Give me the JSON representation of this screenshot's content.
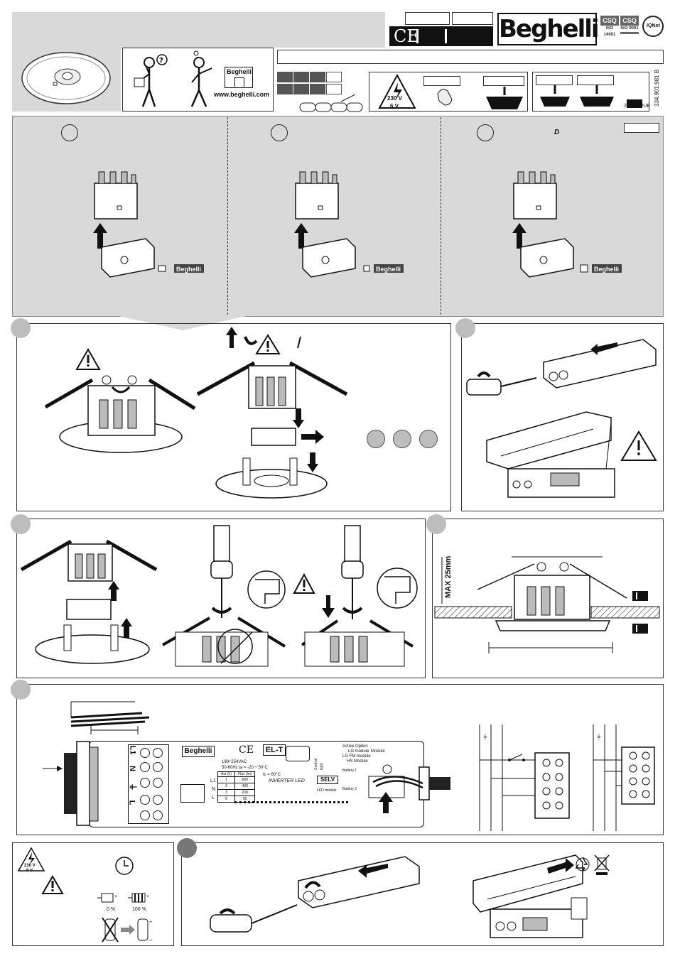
{
  "brand": {
    "logo_text": "Beghelli",
    "website": "www.beghelli.com"
  },
  "certifications": {
    "csq_1": "CSQ",
    "iso_1": "ISO 14001",
    "csq_2": "CSQ",
    "iso_2": "ISO 9001",
    "iqnet": "IQNet"
  },
  "ce_mark": "CE",
  "doc_code": "334.901.981 B",
  "voltages": {
    "mains": "230 V",
    "selv": "6 V"
  },
  "weee_directive": "2012/19/UE",
  "step_d_label": "D",
  "install": {
    "max_thickness": "MAX 25mm"
  },
  "inverter_label": {
    "brand": "Beghelli",
    "ce": "CE",
    "el_t": "EL-T",
    "input_line1": "198÷254VAC",
    "input_line2": "50-60Hz  ta = -20 ÷ 50°C",
    "tc": "tc = 60°C",
    "table_headers": [
      "Aut (h)",
      "Flux (lm)"
    ],
    "table_rows": [
      [
        "1",
        "600"
      ],
      [
        "2",
        "400"
      ],
      [
        "3",
        "230"
      ],
      [
        "8",
        "95"
      ]
    ],
    "terminals": [
      "L1",
      "N",
      "L"
    ],
    "module_title": "Active Option",
    "modules": [
      "LG module",
      "LG FM module",
      "HS Module"
    ],
    "module_label": "Module",
    "selv": "SELV",
    "inverter": "INVERTER LED",
    "led_module": "LED module",
    "battery1": "Battery 1",
    "battery2": "Battery 2",
    "side_labels": [
      "Control",
      "light"
    ]
  },
  "terminal_block_labels": [
    "L1",
    "N",
    "⏚",
    "L"
  ],
  "battery": {
    "empty": "0 %",
    "full": "100 %"
  },
  "colors": {
    "panel_grey": "#d9d9d9",
    "dark": "#1a1a1a",
    "circle_fill": "#bdbdbd"
  },
  "icons": [
    "warning-icon",
    "recycle-icon",
    "crossed-bin-icon",
    "clock-icon",
    "screwdriver-icon",
    "battery-icon",
    "arrow-icon"
  ]
}
